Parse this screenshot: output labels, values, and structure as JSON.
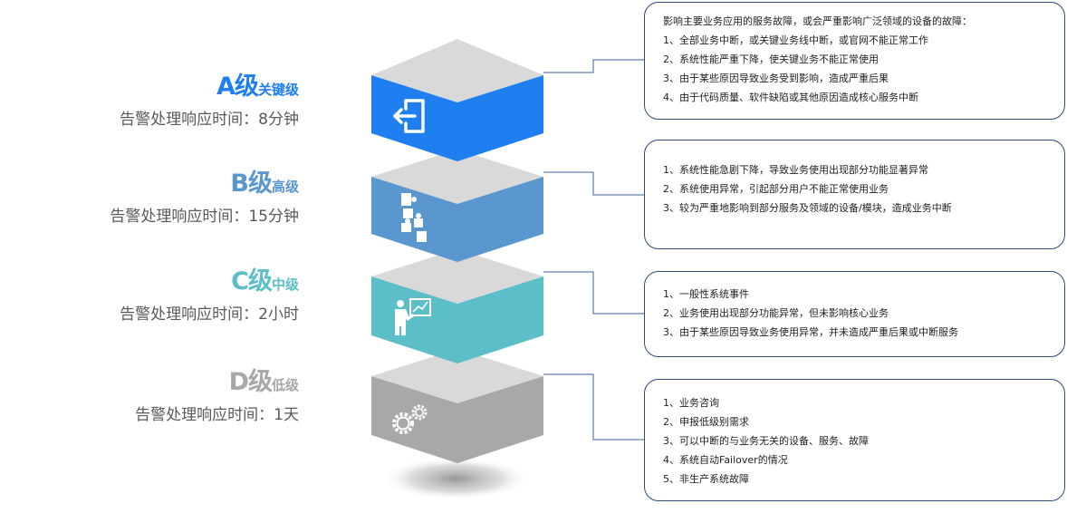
{
  "colors": {
    "a": "#1f7ff0",
    "b": "#5b97cf",
    "c": "#5cbec8",
    "d": "#a8a8a8",
    "box_border": "#2e4a7d",
    "top_face": "#d9d9d9",
    "connector": "#3d5f9c"
  },
  "levels": [
    {
      "letter_text": "A级",
      "grade_text": "关键级",
      "response": "告警处理响应时间：8分钟",
      "icon": "exit-door-icon",
      "details": [
        "影响主要业务应用的服务故障，或会严重影响广泛领域的设备的故障：",
        "1、全部业务中断，或关键业务线中断，或官网不能正常工作",
        "2、系统性能严重下降，使关键业务不能正常使用",
        "3、由于某些原因导致业务受到影响，造成严重后果",
        "4、由于代码质量、软件缺陷或其他原因造成核心服务中断"
      ]
    },
    {
      "letter_text": "B级",
      "grade_text": "高级",
      "response": "告警处理响应时间：15分钟",
      "icon": "puzzle-icon",
      "details": [
        "1、系统性能急剧下降，导致业务使用出现部分功能显著异常",
        "2、系统使用异常，引起部分用户不能正常使用业务",
        "3、较为严重地影响到部分服务及领域的设备/模块，造成业务中断"
      ]
    },
    {
      "letter_text": "C级",
      "grade_text": "中级",
      "response": "告警处理响应时间：2小时",
      "icon": "presenter-chart-icon",
      "details": [
        "1、一般性系统事件",
        "2、业务使用出现部分功能异常，但未影响核心业务",
        "3、由于某些原因导致业务使用异常，并未造成严重后果或中断服务"
      ]
    },
    {
      "letter_text": "D级",
      "grade_text": "低级",
      "response": "告警处理响应时间：1天",
      "icon": "gears-icon",
      "details": [
        "1、业务咨询",
        "2、申报低级别需求",
        "3、可以中断的与业务无关的设备、服务、故障",
        "4、系统自动Failover的情况",
        "5、非生产系统故障"
      ]
    }
  ]
}
